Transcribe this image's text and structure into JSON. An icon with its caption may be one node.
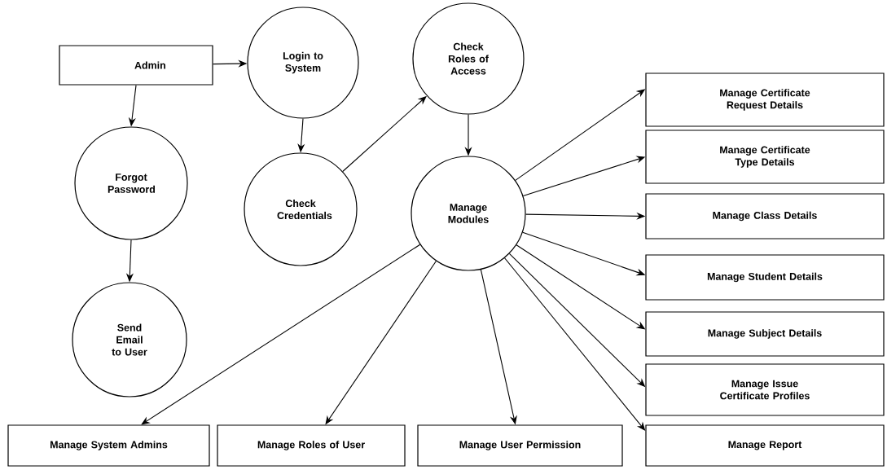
{
  "diagram": {
    "nodes": [
      {
        "text": [
          "Admin"
        ]
      },
      {
        "text": [
          "Login to System"
        ]
      },
      {
        "text": [
          "Check Roles of Access"
        ]
      },
      {
        "text": [
          "Forgot Password"
        ]
      },
      {
        "text": [
          "Check Credentials"
        ]
      },
      {
        "text": [
          "Manage Modules"
        ]
      },
      {
        "text": [
          "Send Email to User"
        ]
      },
      {
        "text": [
          "Manage Certificate Request Details"
        ]
      },
      {
        "text": [
          "Manage Certificate Type Details"
        ]
      },
      {
        "text": [
          "Manage Class Details"
        ]
      },
      {
        "text": [
          "Manage Student Details"
        ]
      },
      {
        "text": [
          "Manage Subject Details"
        ]
      },
      {
        "text": [
          "Manage Issue Certificate Profiles"
        ]
      },
      {
        "text": [
          "Manage System Admins"
        ]
      },
      {
        "text": [
          "Manage Roles of User"
        ]
      },
      {
        "text": [
          "Manage User Permission"
        ]
      },
      {
        "text": [
          "Manage Report"
        ]
      }
    ],
    "edges": [
      {
        "from": 0,
        "to": 1,
        "arrow": "to"
      },
      {
        "from": 0,
        "to": 3,
        "arrow": "to"
      },
      {
        "from": 3,
        "to": 6,
        "arrow": "to"
      },
      {
        "from": 1,
        "to": 4,
        "arrow": "to"
      },
      {
        "from": 4,
        "to": 2,
        "arrow": "to"
      },
      {
        "from": 2,
        "to": 5,
        "arrow": "to"
      },
      {
        "from": 5,
        "to": 7,
        "arrow": "to"
      },
      {
        "from": 5,
        "to": 8,
        "arrow": "to"
      },
      {
        "from": 5,
        "to": 9,
        "arrow": "to"
      },
      {
        "from": 5,
        "to": 10,
        "arrow": "to"
      },
      {
        "from": 5,
        "to": 11,
        "arrow": "to"
      },
      {
        "from": 5,
        "to": 12,
        "arrow": "to"
      },
      {
        "from": 5,
        "to": 16,
        "arrow": "to"
      },
      {
        "from": 5,
        "to": 13,
        "arrow": "to"
      },
      {
        "from": 5,
        "to": 14,
        "arrow": "to"
      },
      {
        "from": 5,
        "to": 15,
        "arrow": "to"
      }
    ]
  }
}
